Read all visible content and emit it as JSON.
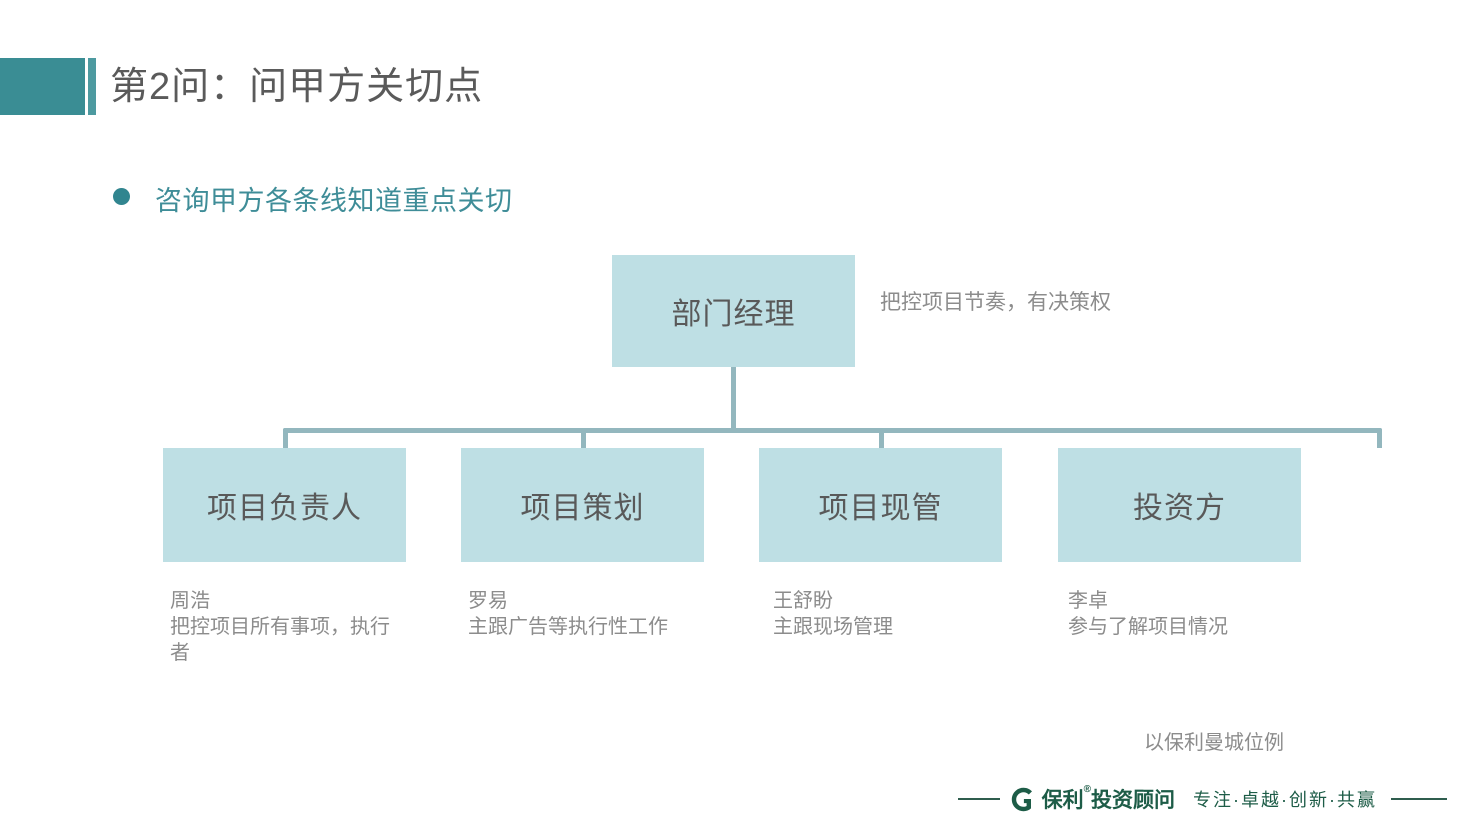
{
  "slide": {
    "title": "第2问：问甲方关切点",
    "bullet": "咨询甲方各条线知道重点关切",
    "source_note": "以保利曼城位例"
  },
  "org_chart": {
    "root": {
      "label": "部门经理",
      "annotation": "把控项目节奏，有决策权"
    },
    "children": [
      {
        "label": "项目负责人",
        "person": "周浩",
        "duty": "把控项目所有事项，执行者"
      },
      {
        "label": "项目策划",
        "person": "罗易",
        "duty": "主跟广告等执行性工作"
      },
      {
        "label": "项目现管",
        "person": "王舒盼",
        "duty": "主跟现场管理"
      },
      {
        "label": "投资方",
        "person": "李卓",
        "duty": "参与了解项目情况"
      }
    ]
  },
  "footer": {
    "brand": "保利",
    "brand_reg": "®",
    "brand_sub": "投资顾问",
    "tagline": "专注·卓越·创新·共赢"
  },
  "colors": {
    "title_accent": "#3a8d94",
    "bullet_text": "#3f8d98",
    "box_fill": "#bedfe4",
    "connector": "#93b7be",
    "note_text": "#8c8c8c",
    "footer_green": "#1d5c47"
  }
}
